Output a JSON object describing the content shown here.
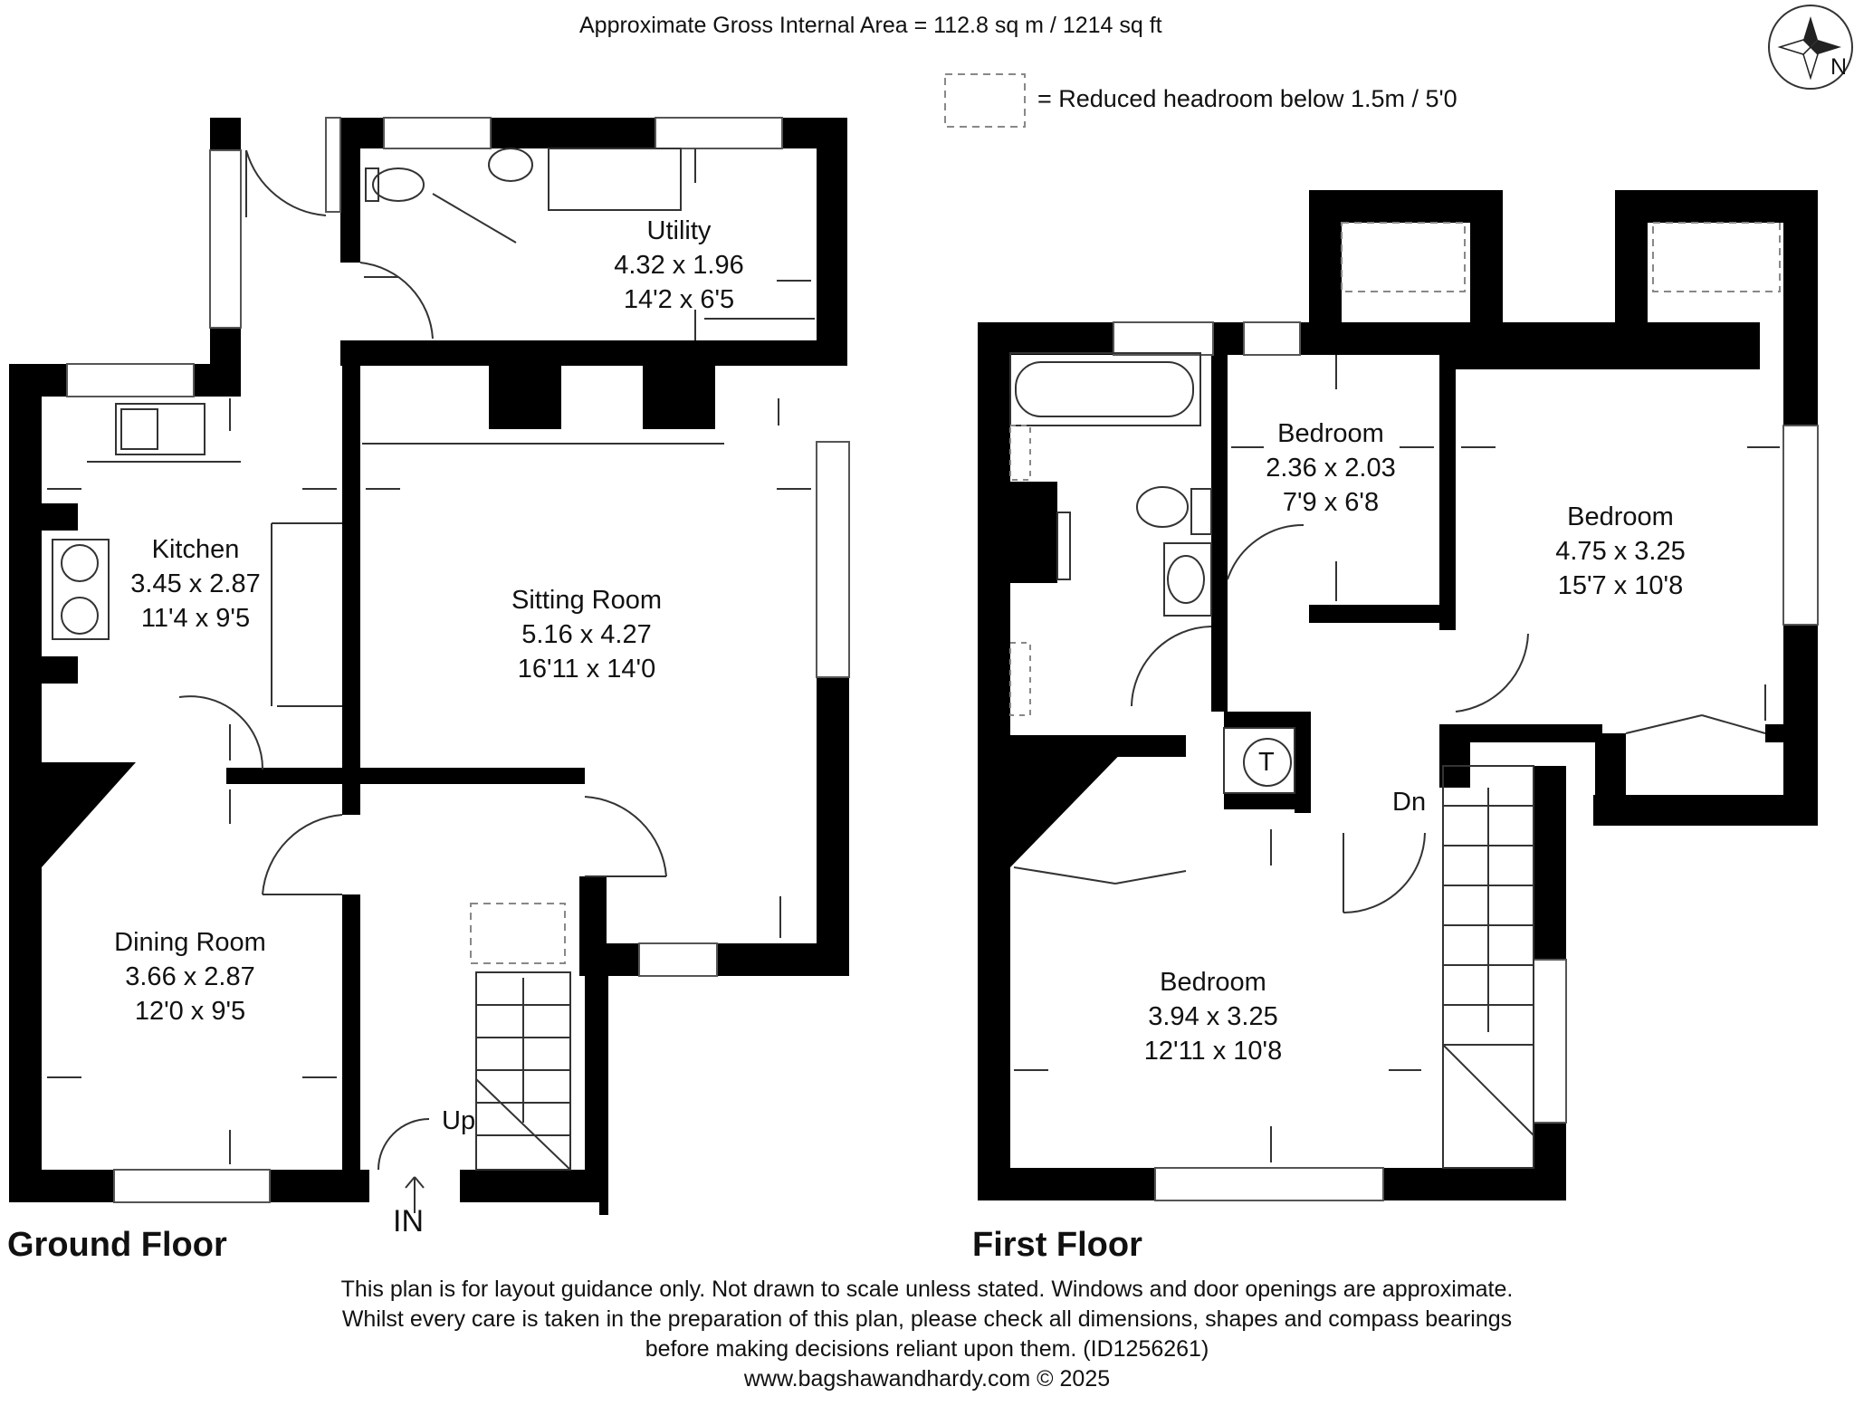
{
  "header": {
    "area": "Approximate Gross Internal Area = 112.8 sq m / 1214 sq ft",
    "compass_letter": "N",
    "legend_text": "= Reduced headroom below 1.5m / 5'0"
  },
  "ground_floor": {
    "title": "Ground Floor",
    "rooms": [
      {
        "name": "Utility",
        "metric": "4.32 x 1.96",
        "imperial": "14'2 x 6'5"
      },
      {
        "name": "Kitchen",
        "metric": "3.45 x 2.87",
        "imperial": "11'4 x 9'5"
      },
      {
        "name": "Sitting Room",
        "metric": "5.16 x 4.27",
        "imperial": "16'11 x 14'0"
      },
      {
        "name": "Dining Room",
        "metric": "3.66 x 2.87",
        "imperial": "12'0 x 9'5"
      }
    ],
    "stairs_label": "Up",
    "entrance_label": "IN"
  },
  "first_floor": {
    "title": "First Floor",
    "rooms": [
      {
        "name": "Bedroom",
        "metric": "2.36 x 2.03",
        "imperial": "7'9 x 6'8"
      },
      {
        "name": "Bedroom",
        "metric": "4.75 x 3.25",
        "imperial": "15'7 x 10'8"
      },
      {
        "name": "Bedroom",
        "metric": "3.94 x 3.25",
        "imperial": "12'11 x 10'8"
      }
    ],
    "tank_label": "T",
    "stairs_label": "Dn"
  },
  "disclaimer": {
    "line1": "This plan is for layout guidance only. Not drawn to scale unless stated. Windows and door openings are approximate.",
    "line2": "Whilst every care is taken in the preparation of this plan, please check all dimensions, shapes and compass bearings",
    "line3": "before making decisions reliant upon them. (ID1256261)",
    "website": "www.bagshawandhardy.com © 2025"
  }
}
